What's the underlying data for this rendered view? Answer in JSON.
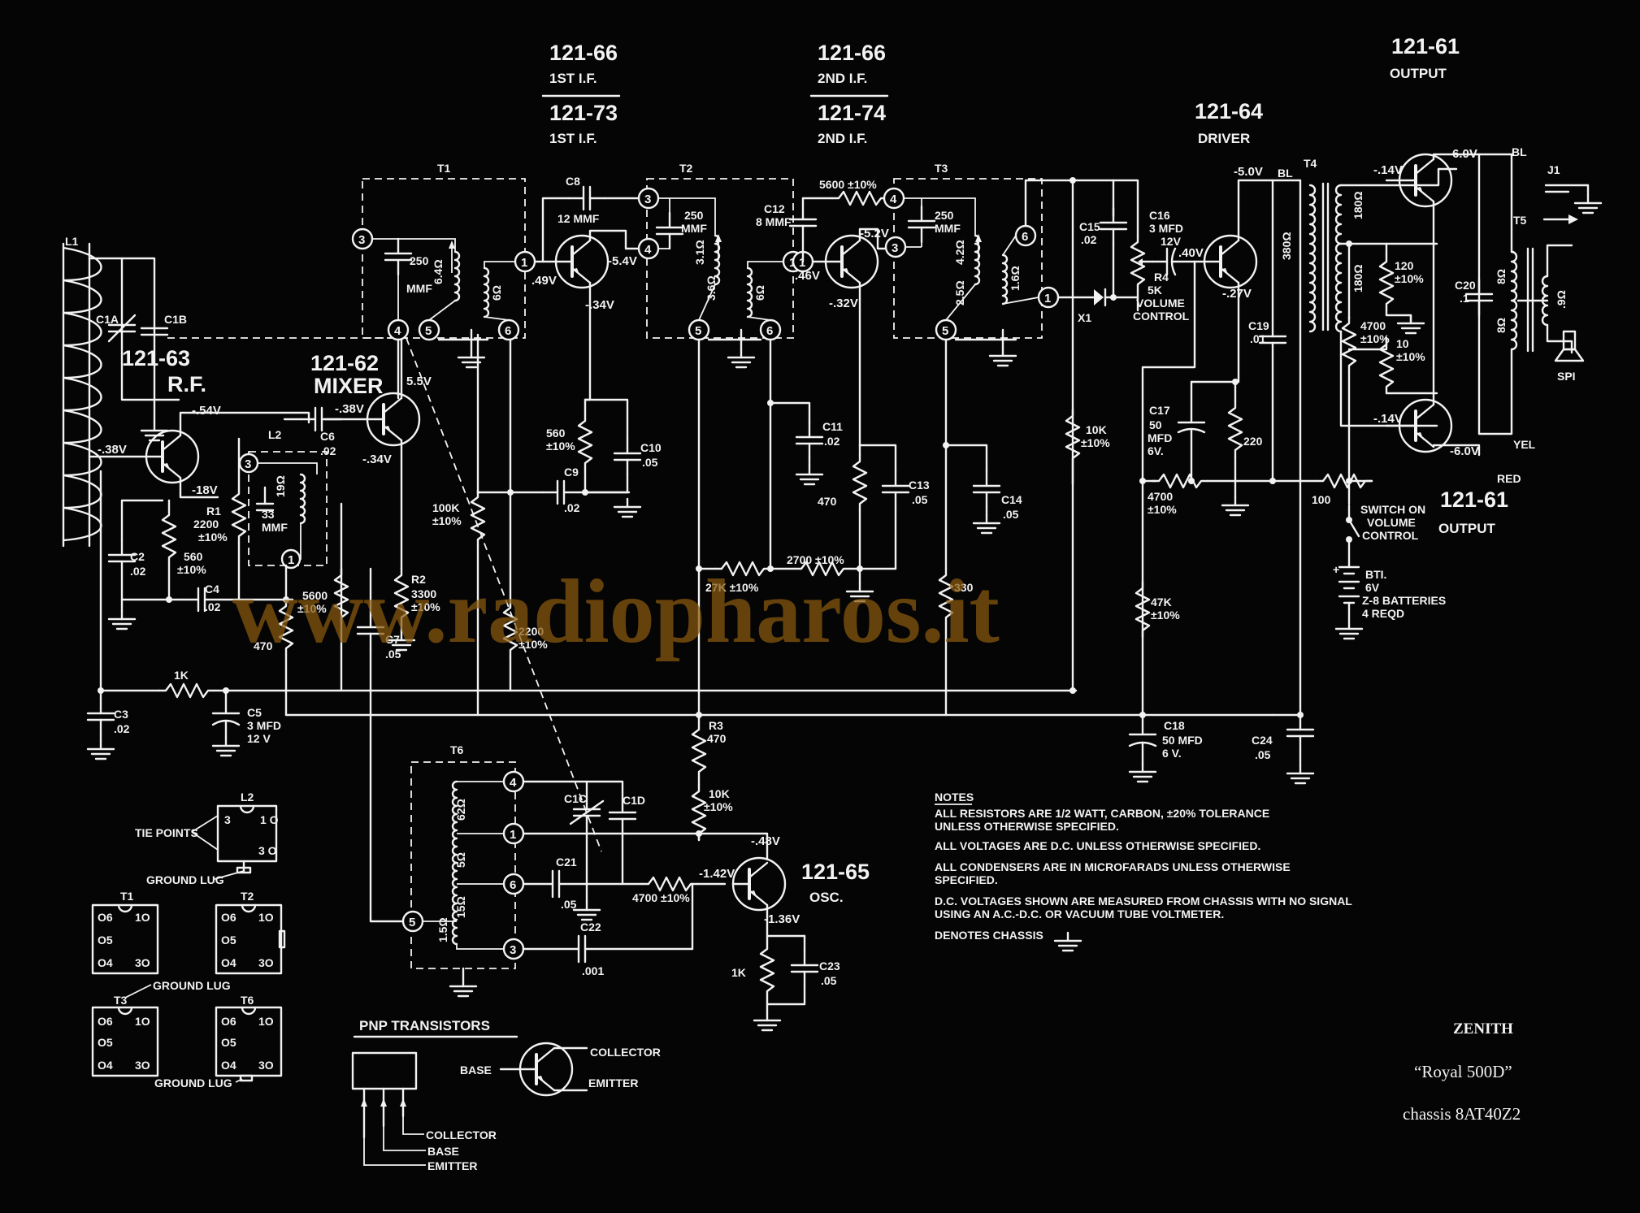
{
  "headers": {
    "if1_a": "121-66",
    "if1_a_sub": "1ST I.F.",
    "if1_b": "121-73",
    "if1_b_sub": "1ST I.F.",
    "if2_a": "121-66",
    "if2_a_sub": "2ND I.F.",
    "if2_b": "121-74",
    "if2_b_sub": "2ND I.F.",
    "driver": "121-64",
    "driver_sub": "DRIVER",
    "output_top": "121-61",
    "output_top_sub": "OUTPUT",
    "output_bot": "121-61",
    "output_bot_sub": "OUTPUT",
    "rf": "121-63",
    "rf_sub": "R.F.",
    "mixer": "121-62",
    "mixer_sub": "MIXER",
    "osc": "121-65",
    "osc_sub": "OSC."
  },
  "components": {
    "L1": "L1",
    "C1A": "C1A",
    "C1B": "C1B",
    "C2": "C2",
    "C2v": ".02",
    "R1": "R1",
    "R1v": "2200",
    "R1t": "±10%",
    "R560a": "560",
    "R560at": "±10%",
    "C4": "C4",
    "C4v": ".02",
    "C3": "C3",
    "C3v": ".02",
    "R1k": "1K",
    "C5": "C5",
    "C5v": "3 MFD",
    "C5v2": "12 V",
    "L2": "L2",
    "L2ind": "19Ω",
    "L2cap": "33",
    "L2capu": "MMF",
    "C6": "C6",
    "C6v": ".02",
    "R5600": "5600",
    "R5600t": "±10%",
    "R470a": "470",
    "R2": "R2",
    "R2v": "3300",
    "R2t": "±10%",
    "C7": "C7",
    "C7v": ".05",
    "T1": "T1",
    "T1cap": "250",
    "T1capu": "MMF",
    "T1a": "6.4Ω",
    "T1b": "6Ω",
    "R100k": "100K",
    "R100kt": "±10%",
    "C9": "C9",
    "C9v": ".02",
    "R2200b": "2200",
    "R2200bt": "±10%",
    "C8": "C8",
    "C8v": "12 MMF",
    "R560b": "560",
    "R560bt": "±10%",
    "C10": "C10",
    "C10v": ".05",
    "T2": "T2",
    "T2cap": "250",
    "T2capu": "MMF",
    "T2a": "3.1Ω",
    "T2b": "3.6Ω",
    "T2c": "6Ω",
    "C12": "C12",
    "C12v": "8 MMF",
    "R5600b": "5600 ±10%",
    "C11": "C11",
    "C11v": ".02",
    "R470b": "470",
    "C13": "C13",
    "C13v": ".05",
    "R27k": "27K ±10%",
    "R2700": "2700 ±10%",
    "T3": "T3",
    "T3cap": "250",
    "T3capu": "MMF",
    "T3a": "4.2Ω",
    "T3b": "2.5Ω",
    "T3c": "1.6Ω",
    "C14": "C14",
    "C14v": ".05",
    "R330": "330",
    "C15": "C15",
    "C15v": ".02",
    "R10ka": "10K",
    "R10kat": "±10%",
    "X1": "X1",
    "C16": "C16",
    "C16v": "3 MFD",
    "C16v2": "12V",
    "R4": "R4",
    "R4v": "5K",
    "vol1": "VOLUME",
    "vol2": "CONTROL",
    "C17": "C17",
    "C17v": "50",
    "C17u": "MFD",
    "C17v2": "6V.",
    "R220": "220",
    "C19": "C19",
    "C19v": ".01",
    "R4700a": "4700",
    "R4700at": "±10%",
    "R47k": "47K",
    "R47kt": "±10%",
    "C18": "C18",
    "C18v": "50 MFD",
    "C18v2": "6 V.",
    "C24": "C24",
    "C24v": ".05",
    "T4": "T4",
    "T4a": "380Ω",
    "T4b": "180Ω",
    "T4c": "180Ω",
    "R120": "120",
    "R120t": "±10%",
    "R4700b": "4700",
    "R4700bt": "±10%",
    "R10": "10",
    "R10t": "±10%",
    "R100": "100",
    "C20": "C20",
    "C20v": ".1",
    "T5": "T5",
    "T5a": "8Ω",
    "T5b": "8Ω",
    "T5c": ".9Ω",
    "J1": "J1",
    "SP1": "SPI",
    "BL1": "BL",
    "BL2": "BL",
    "YEL": "YEL",
    "RED": "RED",
    "sw1": "SWITCH ON",
    "sw2": "VOLUME",
    "sw3": "CONTROL",
    "bt1": "BTI.",
    "bt2": "6V",
    "bt3": "Z-8 BATTERIES",
    "bt4": "4 REQD",
    "R3": "R3",
    "R3v": "470",
    "R10kb": "10K",
    "R10kbt": "±10%",
    "T6": "T6",
    "T6a": "62Ω",
    "T6b": "5Ω",
    "T6c": "15Ω",
    "T6d": "1.5Ω",
    "C1C": "C1C",
    "C1D": "C1D",
    "C21": "C21",
    "C21v": ".05",
    "R4700c": "4700 ±10%",
    "C22": "C22",
    "C22v": ".001",
    "R1kb": "1K",
    "C23": "C23",
    "C23v": ".05"
  },
  "voltages": {
    "rf_e": "-.54V",
    "rf_b": "-.38V",
    "rf_c": "-18V",
    "mx_b": "-.38V",
    "mx_e": "5.5V",
    "mx_c": "-.34V",
    "if1_b": ".49V",
    "if1_e": "-5.4V",
    "if1_c": "-.34V",
    "if2_b": ".46V",
    "if2_e": "-5.2V",
    "if2_c": "-.32V",
    "dr_c": "-5.0V",
    "dr_b": ".40V",
    "dr_e": "-.27V",
    "out1_b": "-.14V",
    "out1_c": "-6.0V",
    "out2_b": "-.14V",
    "out2_c": "-6.0V",
    "osc_e": "-.48V",
    "osc_b": "-1.42V",
    "osc_c": "-1.36V"
  },
  "legend": {
    "l2_title": "L2",
    "tie": "TIE POINTS",
    "ground": "GROUND LUG",
    "ground2": "GROUND LUG",
    "ground3": "GROUND LUG",
    "t1": "T1",
    "t2": "T2",
    "t3": "T3",
    "t6": "T6",
    "pin1": "1",
    "pin3": "3",
    "pin4": "4",
    "pin5": "5",
    "pin6": "6"
  },
  "pnp": {
    "title": "PNP TRANSISTORS",
    "collector": "COLLECTOR",
    "base": "BASE",
    "emitter": "EMITTER",
    "collector2": "COLLECTOR",
    "base2": "BASE",
    "emitter2": "EMITTER"
  },
  "notes": {
    "title": "NOTES",
    "n1": "ALL RESISTORS ARE 1/2 WATT, CARBON, ±20% TOLERANCE",
    "n1b": "UNLESS OTHERWISE SPECIFIED.",
    "n2": "ALL VOLTAGES ARE D.C. UNLESS OTHERWISE SPECIFIED.",
    "n3": "ALL CONDENSERS ARE IN MICROFARADS UNLESS OTHERWISE",
    "n3b": "SPECIFIED.",
    "n4": "D.C. VOLTAGES SHOWN ARE MEASURED FROM CHASSIS WITH NO SIGNAL",
    "n4b": "USING AN A.C.-D.C. OR VACUUM TUBE VOLTMETER.",
    "n5": "DENOTES CHASSIS"
  },
  "brand": {
    "maker": "ZENITH",
    "model": "“Royal 500D”",
    "chassis": "chassis 8AT40Z2"
  },
  "watermark": "www.radiopharos.it"
}
